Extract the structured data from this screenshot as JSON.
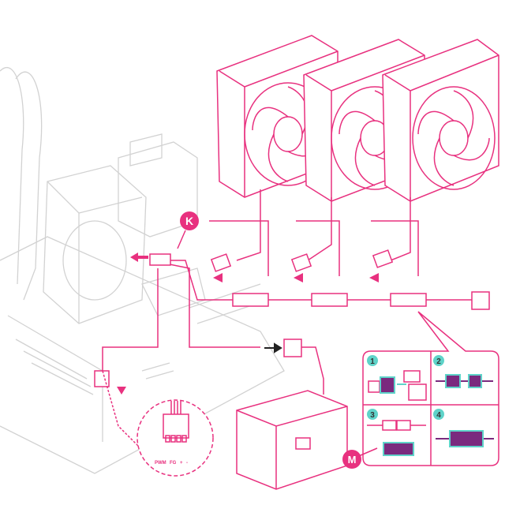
{
  "callouts": {
    "k": "K",
    "m": "M"
  },
  "pin_labels": {
    "pwm": "PWM",
    "fg": "FG",
    "plus": "+",
    "minus": "-"
  },
  "steps": [
    "1",
    "2",
    "3",
    "4"
  ],
  "colors": {
    "accent": "#e8317f",
    "step_badge": "#5fd3c9",
    "connector": "#7a2a7e",
    "motherboard": "#d2d2d2"
  }
}
